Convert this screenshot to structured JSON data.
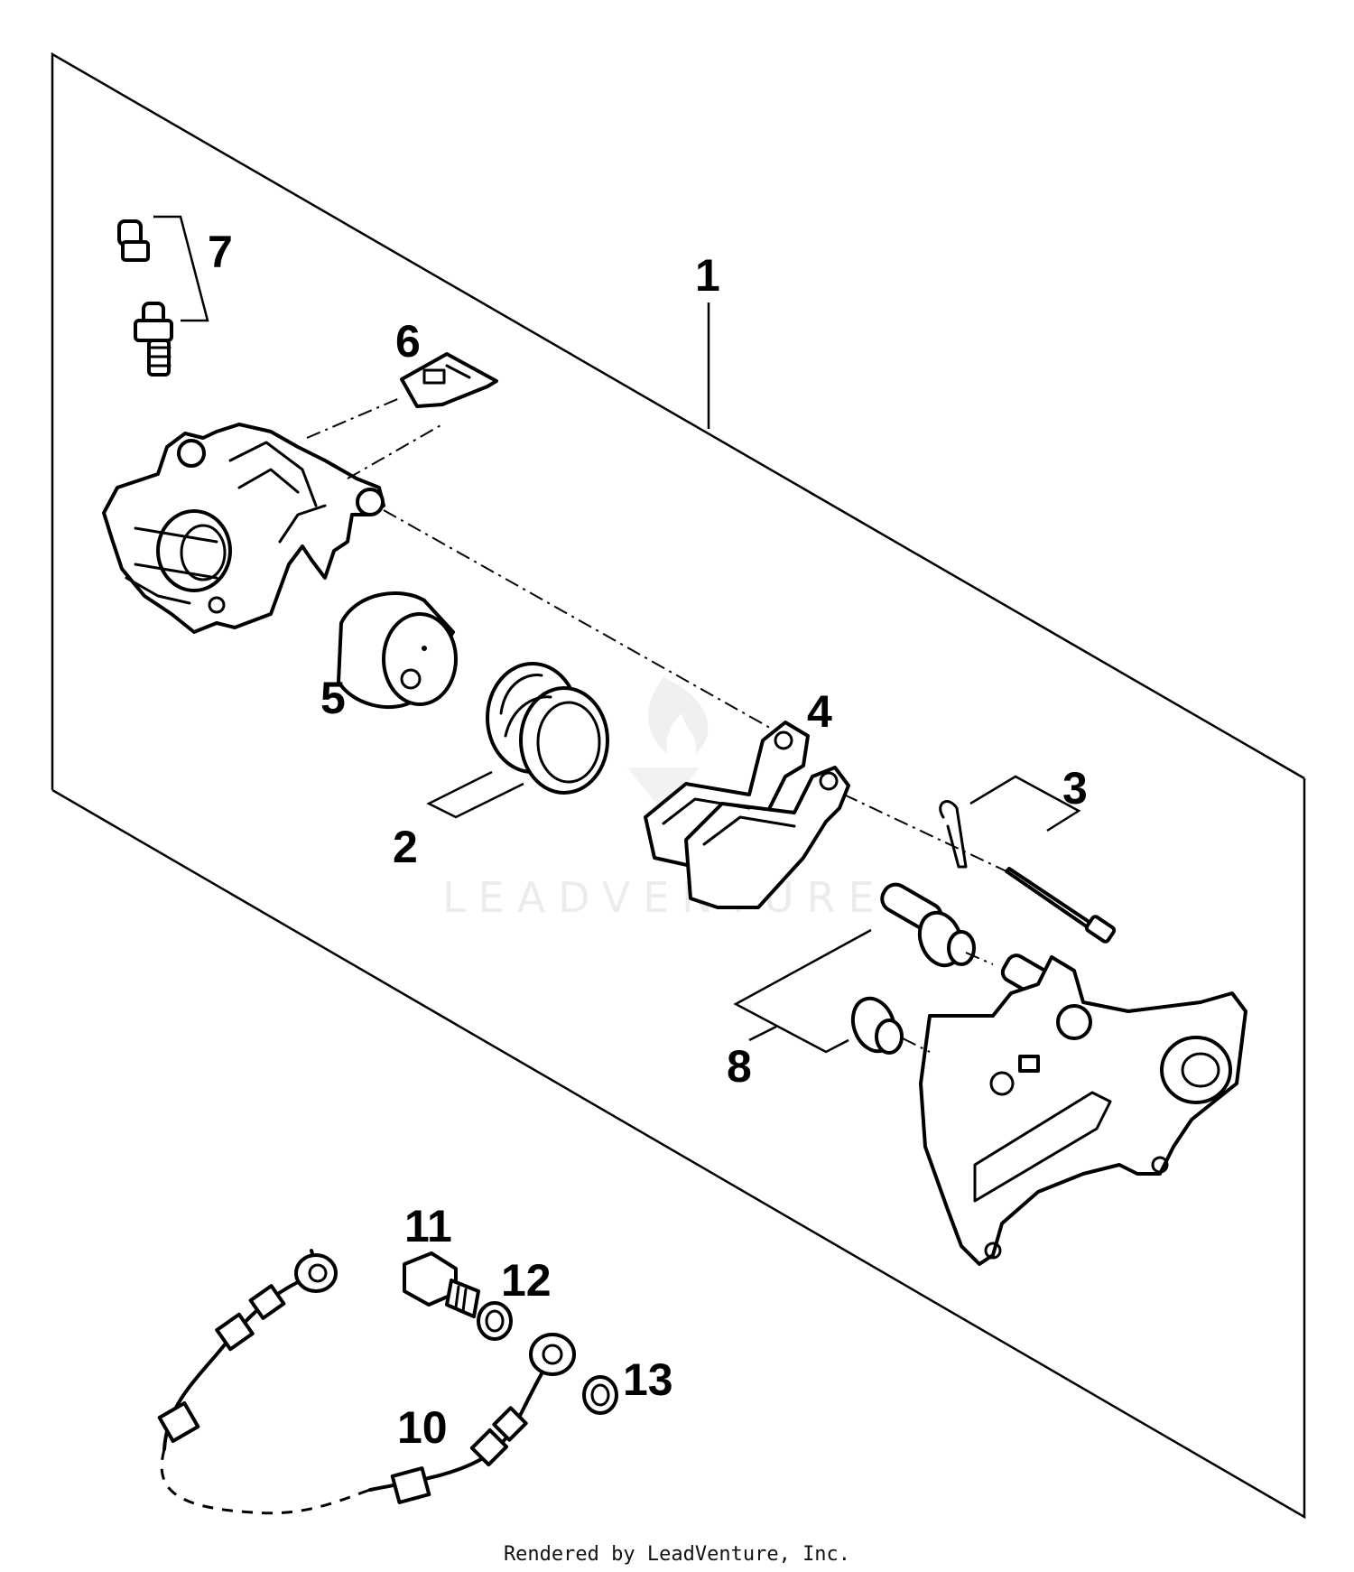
{
  "diagram": {
    "callouts": {
      "c1": "1",
      "c2": "2",
      "c3": "3",
      "c4": "4",
      "c5": "5",
      "c6": "6",
      "c7": "7",
      "c8": "8",
      "c10": "10",
      "c11": "11",
      "c12": "12",
      "c13": "13"
    },
    "watermark": "LEADVENTURE",
    "footer": "Rendered by LeadVenture, Inc."
  }
}
